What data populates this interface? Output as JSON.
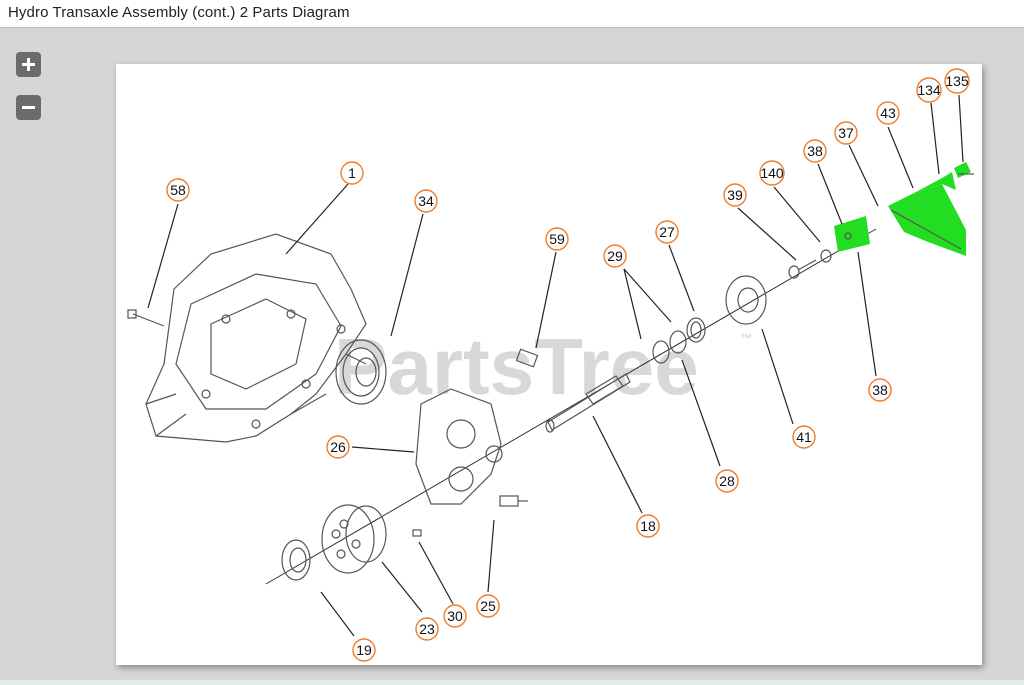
{
  "header": {
    "title": "Hydro Transaxle Assembly (cont.) 2 Parts Diagram"
  },
  "zoom": {
    "in_icon": "plus-icon",
    "out_icon": "minus-icon"
  },
  "diagram": {
    "watermark": "PartsTree",
    "watermark_tm": "™",
    "highlight_color": "#22dd22",
    "callout_color": "#f07c28",
    "callouts": {
      "c1": "1",
      "c58": "58",
      "c34": "34",
      "c59": "59",
      "c29": "29",
      "c27": "27",
      "c39": "39",
      "c140": "140",
      "c38a": "38",
      "c37": "37",
      "c43": "43",
      "c134": "134",
      "c135": "135",
      "c38b": "38",
      "c41": "41",
      "c28": "28",
      "c18": "18",
      "c26": "26",
      "c25": "25",
      "c30": "30",
      "c23": "23",
      "c19": "19"
    }
  }
}
